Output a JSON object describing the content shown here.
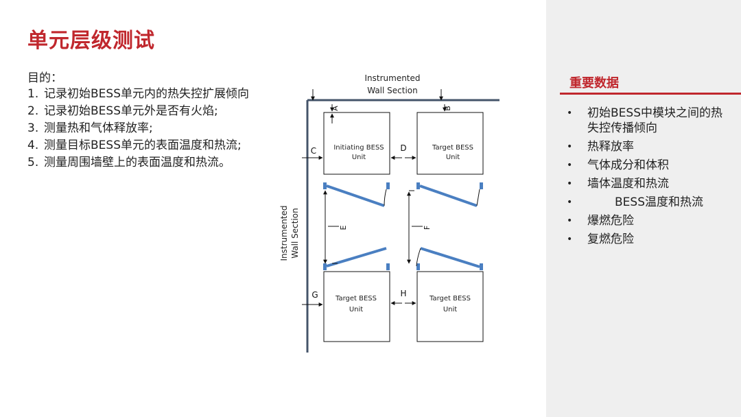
{
  "title": "单元层级测试",
  "objective": {
    "heading": "目的：",
    "items": [
      {
        "num": "1.",
        "text": "记录初始BESS单元内的热失控扩展倾向"
      },
      {
        "num": "2.",
        "text": "记录初始BESS单元外是否有火焰;"
      },
      {
        "num": "3.",
        "text": "测量热和气体释放率;"
      },
      {
        "num": "4.",
        "text": "测量目标BESS单元的表面温度和热流;"
      },
      {
        "num": "5.",
        "text": "测量周围墙壁上的表面温度和热流。"
      }
    ]
  },
  "diagram": {
    "top_wall_label_line1": "Instrumented",
    "top_wall_label_line2": "Wall Section",
    "side_wall_label_line1": "Instrumented",
    "side_wall_label_line2": "Wall Section",
    "letters": {
      "A": "A",
      "B": "B",
      "C": "C",
      "D": "D",
      "E": "E",
      "F": "F",
      "G": "G",
      "H": "H"
    },
    "units": {
      "initiating_line1": "Initiating BESS",
      "initiating_line2": "Unit",
      "target_tr_line1": "Target BESS",
      "target_tr_line2": "Unit",
      "target_bl_line1": "Target BESS",
      "target_bl_line2": "Unit",
      "target_br_line1": "Target BESS",
      "target_br_line2": "Unit"
    }
  },
  "key_data": {
    "heading": "重要数据",
    "items": [
      {
        "text": "初始BESS中模块之间的热失控传播倾向",
        "indent": false
      },
      {
        "text": "热释放率",
        "indent": false
      },
      {
        "text": "气体成分和体积",
        "indent": false
      },
      {
        "text": "墙体温度和热流",
        "indent": false
      },
      {
        "text": "BESS温度和热流",
        "indent": true
      },
      {
        "text": "爆燃危险",
        "indent": false
      },
      {
        "text": "复燃危险",
        "indent": false
      }
    ]
  },
  "colors": {
    "accent": "#c0272d",
    "wall": "#44546a",
    "door": "#4a7fc1"
  }
}
